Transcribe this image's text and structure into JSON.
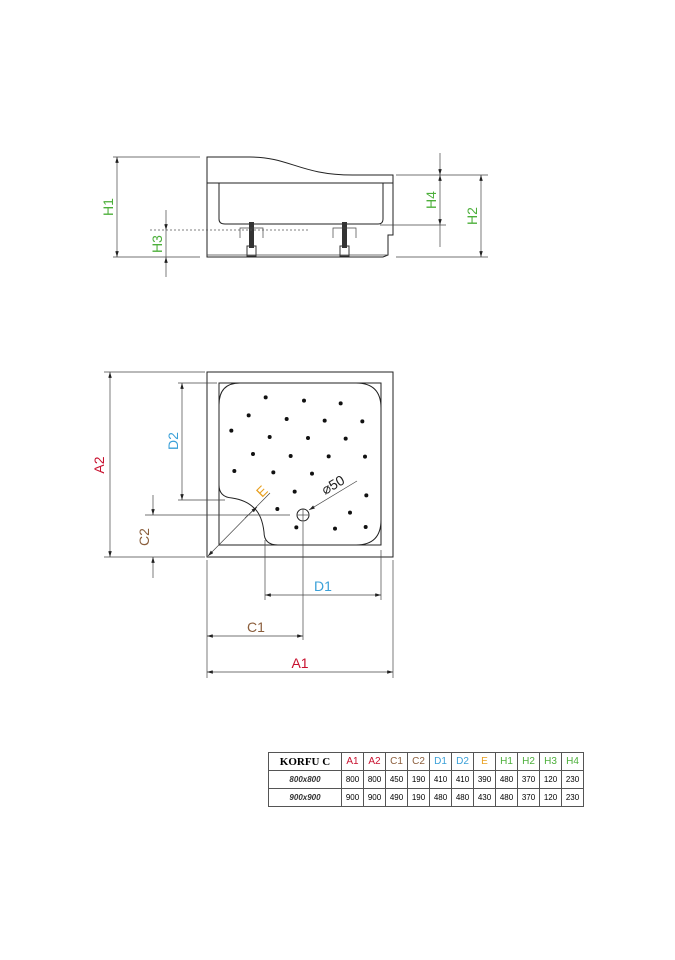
{
  "colors": {
    "red": "#c8102e",
    "brown": "#8b5e3c",
    "blue": "#3aa0d8",
    "orange": "#e8a020",
    "green": "#4caf3a"
  },
  "side_view": {
    "labels": {
      "h1": "H1",
      "h2": "H2",
      "h3": "H3",
      "h4": "H4"
    }
  },
  "plan_view": {
    "labels": {
      "a1": "A1",
      "a2": "A2",
      "c1": "C1",
      "c2": "C2",
      "d1": "D1",
      "d2": "D2",
      "e": "E",
      "drain": "⌀50"
    }
  },
  "table": {
    "model": "KORFU C",
    "headers": [
      "A1",
      "A2",
      "C1",
      "C2",
      "D1",
      "D2",
      "E",
      "H1",
      "H2",
      "H3",
      "H4"
    ],
    "header_colors": [
      "red",
      "red",
      "brown",
      "brown",
      "blue",
      "blue",
      "orange",
      "green",
      "green",
      "green",
      "green"
    ],
    "rows": [
      {
        "size": "800x800",
        "values": [
          "800",
          "800",
          "450",
          "190",
          "410",
          "410",
          "390",
          "480",
          "370",
          "120",
          "230"
        ]
      },
      {
        "size": "900x900",
        "values": [
          "900",
          "900",
          "490",
          "190",
          "480",
          "480",
          "430",
          "480",
          "370",
          "120",
          "230"
        ]
      }
    ]
  }
}
